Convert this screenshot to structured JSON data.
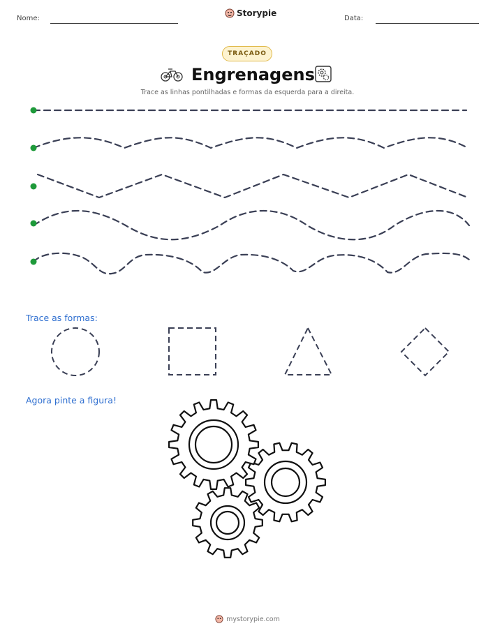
{
  "header": {
    "name_label": "Nome:",
    "date_label": "Data:",
    "brand": "Storypie"
  },
  "badge": "TRAÇADO",
  "title": "Engrenagens",
  "subtitle": "Trace as linhas pontilhadas e formas da esquerda para a direita.",
  "shapes_label": "Trace as formas:",
  "coloring_label": "Agora pinte a figura!",
  "footer": "mystorypie.com",
  "colors": {
    "accent": "#2f6fd0",
    "start_dot": "#1e9a3a",
    "trace_line": "#3a3f55",
    "badge_border": "#e0b94a",
    "badge_fill": "#fdf3d0"
  },
  "icons": [
    "storypie-logo-icon",
    "bicycle-icon",
    "gear-box-icon"
  ]
}
